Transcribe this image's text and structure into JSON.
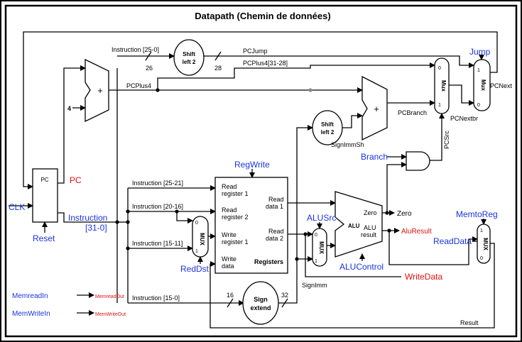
{
  "title": "Datapath (Chemin de données)",
  "colors": {
    "blue": "#1a33e0",
    "red": "#e01010",
    "black": "#000000"
  },
  "signals": {
    "clk": "CLK",
    "reset": "Reset",
    "pc": "PC",
    "instruction": "Instruction",
    "instruction_range": "[31-0]",
    "regwrite": "RegWrite",
    "jump": "Jump",
    "branch": "Branch",
    "alusrc": "ALUSrc",
    "alucontrol": "ALUControl",
    "memtoreg": "MemtoReg",
    "readdata": "ReadData",
    "reddst": "RedDst",
    "zero": "Zero",
    "aluresult": "AluResult",
    "writedata": "WriteData",
    "memreadin": "MemreadIn",
    "memreadout": "MemreadOut",
    "memwritein": "MemWriteIn",
    "memwriteout": "MemWriteOut"
  },
  "labels": {
    "instr_25_0": "Instruction [25-0]",
    "instr_25_21": "Instruction [25-21]",
    "instr_20_16": "Instruction [20-16]",
    "instr_15_11": "Instruction [15-11]",
    "instr_15_0": "Instruction [15-0]",
    "pcjump": "PCJump",
    "pcplus4_31_28": "PCPlus4[31-28]",
    "pcplus4": "PCPlus4",
    "pcbranch": "PCBranch",
    "pcnextbr": "PCNextbr",
    "pcnext": "PCNext",
    "pcsrc": "PCSrc",
    "signimmsh": "SignImmSh",
    "signimm": "SignImm",
    "result": "Result",
    "n26": "26",
    "n28": "28",
    "n16": "16",
    "n32": "32",
    "four": "4",
    "plus": "+"
  },
  "blocks": {
    "pc": "PC",
    "shift_left_2_a": [
      "Shift",
      "left 2"
    ],
    "shift_left_2_b": [
      "Shift",
      "left 2"
    ],
    "sign_extend": [
      "Sign",
      "extend"
    ],
    "alu": "ALU",
    "registers": "Registers",
    "mux": "Mux",
    "mux_upper": "MUX",
    "reg_read1": [
      "Read",
      "register 1"
    ],
    "reg_read2": [
      "Read",
      "register 2"
    ],
    "reg_write1": [
      "Write",
      "register 1"
    ],
    "reg_writedata": [
      "Write",
      "data"
    ],
    "reg_rd1": [
      "Read",
      "data 1"
    ],
    "reg_rd2": [
      "Read",
      "data 2"
    ],
    "alu_zero": "Zero",
    "alu_result": [
      "ALU",
      "result"
    ],
    "mux_in0": "0",
    "mux_in1": "1"
  }
}
